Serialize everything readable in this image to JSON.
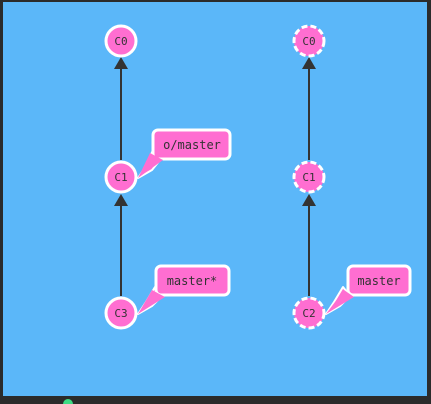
{
  "colors": {
    "background": "#5bb7f9",
    "node_fill": "#ff6ed1",
    "node_stroke": "#ffffff",
    "edge": "#333333",
    "frame": "#2b2b2b"
  },
  "local_repo": {
    "commits": {
      "c0": "C0",
      "c1": "C1",
      "c3": "C3"
    },
    "branches": {
      "remote_master": "o/master",
      "master": "master*"
    }
  },
  "remote_repo": {
    "commits": {
      "c0": "C0",
      "c1": "C1",
      "c2": "C2"
    },
    "branches": {
      "master": "master"
    }
  }
}
